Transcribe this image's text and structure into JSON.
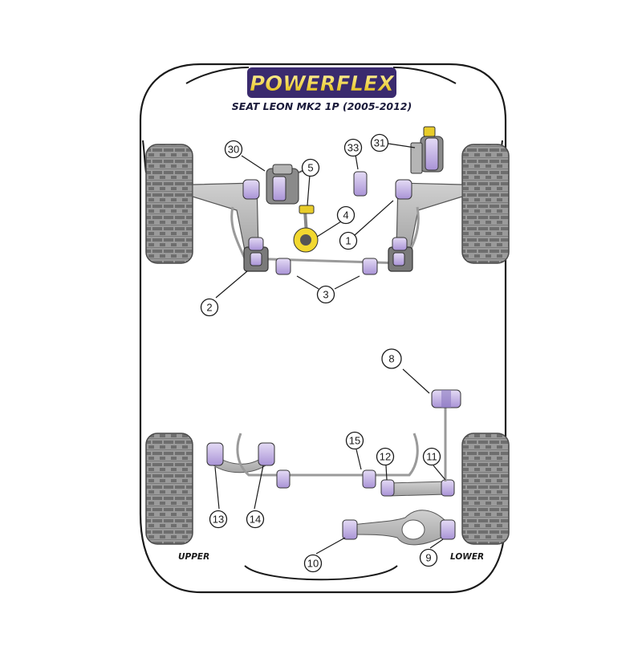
{
  "brand": {
    "logo_text": "POWERFLEX",
    "subtitle": "SEAT LEON MK2 1P (2005-2012)",
    "colors": {
      "logo_yellow": "#f5d628",
      "logo_purple": "#3a2a6e",
      "bush_purple": "#c9b8e6",
      "arm_grey": "#b5b5b5",
      "body_outline": "#1a1a1a",
      "tyre_grey": "#8a8a8a"
    }
  },
  "labels": {
    "upper": "UPPER",
    "lower": "LOWER"
  },
  "callouts": [
    {
      "id": "c30",
      "text": "30"
    },
    {
      "id": "c33",
      "text": "33"
    },
    {
      "id": "c31",
      "text": "31"
    },
    {
      "id": "c5",
      "text": "5"
    },
    {
      "id": "c4",
      "text": "4"
    },
    {
      "id": "c1",
      "text": "1"
    },
    {
      "id": "c2",
      "text": "2"
    },
    {
      "id": "c3",
      "text": "3"
    },
    {
      "id": "c8",
      "text": "8"
    },
    {
      "id": "c15",
      "text": "15"
    },
    {
      "id": "c12",
      "text": "12"
    },
    {
      "id": "c11",
      "text": "11"
    },
    {
      "id": "c13",
      "text": "13"
    },
    {
      "id": "c14",
      "text": "14"
    },
    {
      "id": "c10",
      "text": "10"
    },
    {
      "id": "c9",
      "text": "9"
    }
  ],
  "icons": {
    "wheel": "tyre-tread-icon",
    "bush": "polyurethane-bush-icon",
    "mount": "engine-mount-icon"
  }
}
